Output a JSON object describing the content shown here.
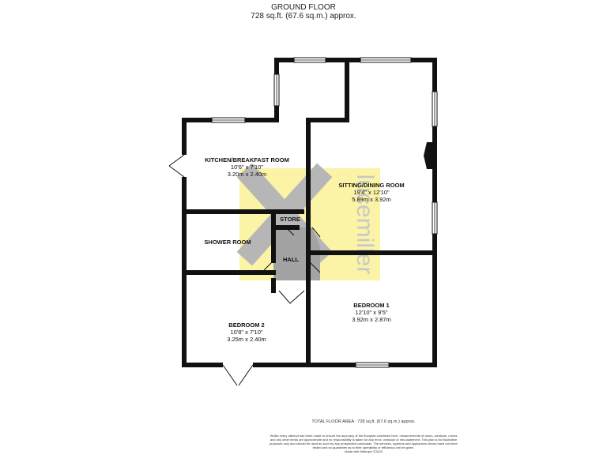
{
  "header": {
    "floor_name": "GROUND FLOOR",
    "floor_area": "728 sq.ft. (67.6 sq.m.) approx."
  },
  "watermark": {
    "text": "lucemiller"
  },
  "rooms": [
    {
      "id": "kitchen",
      "name": "KITCHEN/BREAKFAST ROOM",
      "imperial": "10'6\"  x 7'10\"",
      "metric": "3.20m  x 2.40m"
    },
    {
      "id": "sitting",
      "name": "SITTING/DINING ROOM",
      "imperial": "19'4\"  x 12'10\"",
      "metric": "5.89m  x 3.92m"
    },
    {
      "id": "store",
      "name": "STORE"
    },
    {
      "id": "shower",
      "name": "SHOWER ROOM"
    },
    {
      "id": "hall",
      "name": "HALL"
    },
    {
      "id": "bedroom1",
      "name": "BEDROOM 1",
      "imperial": "12'10\"  x 9'5\"",
      "metric": "3.92m  x 2.87m"
    },
    {
      "id": "bedroom2",
      "name": "BEDROOM 2",
      "imperial": "10'8\"  x 7'10\"",
      "metric": "3.25m  x 2.40m"
    }
  ],
  "footer": {
    "total_area": "TOTAL FLOOR AREA : 728 sq.ft. (67.6 sq.m.) approx.",
    "disclaimer": "Whilst every attempt has been made to ensure the accuracy of the floorplan contained here, measurements of doors, windows, rooms and any other items are approximate and no responsibility is taken for any error, omission or mis-statement. This plan is for illustrative purposes only and should be used as such by any prospective purchaser. The services, systems and appliances shown have not been tested and no guarantee as to their operability or efficiency can be given.",
    "credit": "Made with Metropix ©2025"
  },
  "colors": {
    "wall": "#111111",
    "hall_fill": "#a3a3a3",
    "watermark_box": "#fbf3a6",
    "watermark_mark": "#b6b6b6",
    "watermark_text": "#c8c8c8"
  }
}
